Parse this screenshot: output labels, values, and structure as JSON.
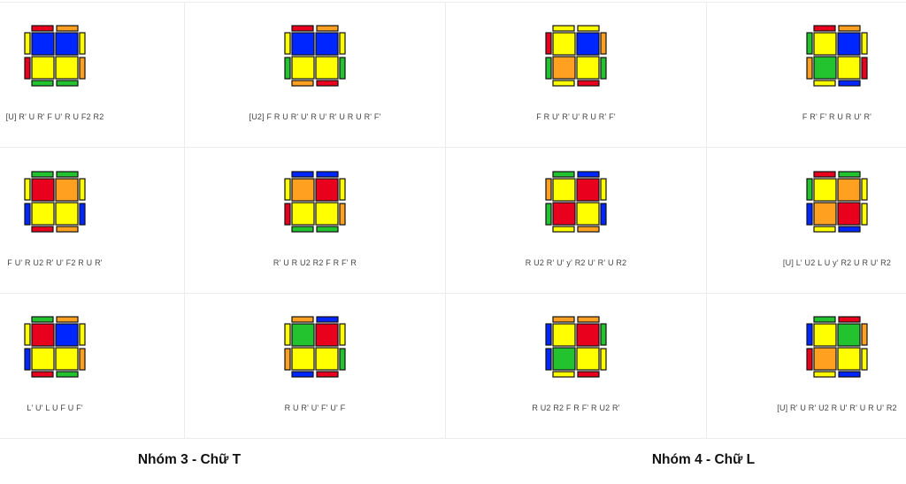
{
  "colors": {
    "Y": "#ffff00",
    "R": "#e8001c",
    "B": "#0026ff",
    "G": "#22c32e",
    "O": "#ffa020",
    "X": "#d8d8d8"
  },
  "groups": [
    {
      "title": "Nhóm 3 - Chữ T"
    },
    {
      "title": "Nhóm 4 - Chữ L"
    }
  ],
  "cases": [
    {
      "alg": "[U] R' U R' F U' R U F2 R2",
      "icon": "oll-case-icon",
      "top": [
        "B",
        "B",
        "Y",
        "Y"
      ],
      "side_top": [
        "R",
        "O"
      ],
      "side_bottom": [
        "G",
        "G"
      ],
      "side_left": [
        "Y",
        "R"
      ],
      "side_right": [
        "Y",
        "O"
      ]
    },
    {
      "alg": "[U2] F R U R' U' R U' R' U R U R' F'",
      "icon": "oll-case-icon",
      "top": [
        "B",
        "B",
        "Y",
        "Y"
      ],
      "side_top": [
        "R",
        "O"
      ],
      "side_bottom": [
        "O",
        "R"
      ],
      "side_left": [
        "Y",
        "G"
      ],
      "side_right": [
        "Y",
        "G"
      ]
    },
    {
      "alg": "F R U' R' U' R U R' F'",
      "icon": "oll-case-icon",
      "top": [
        "Y",
        "B",
        "O",
        "Y"
      ],
      "side_top": [
        "Y",
        "Y"
      ],
      "side_bottom": [
        "Y",
        "R"
      ],
      "side_left": [
        "R",
        "G"
      ],
      "side_right": [
        "O",
        "G"
      ]
    },
    {
      "alg": "F R' F' R U R U' R'",
      "icon": "oll-case-icon",
      "top": [
        "Y",
        "B",
        "G",
        "Y"
      ],
      "side_top": [
        "R",
        "O"
      ],
      "side_bottom": [
        "Y",
        "B"
      ],
      "side_left": [
        "G",
        "O"
      ],
      "side_right": [
        "Y",
        "R"
      ]
    },
    {
      "alg": "F U' R U2 R' U' F2 R U R'",
      "icon": "oll-case-icon",
      "top": [
        "R",
        "O",
        "Y",
        "Y"
      ],
      "side_top": [
        "G",
        "G"
      ],
      "side_bottom": [
        "R",
        "O"
      ],
      "side_left": [
        "Y",
        "B"
      ],
      "side_right": [
        "Y",
        "B"
      ]
    },
    {
      "alg": "R' U R U2 R2 F R F' R",
      "icon": "oll-case-icon",
      "top": [
        "O",
        "R",
        "Y",
        "Y"
      ],
      "side_top": [
        "B",
        "B"
      ],
      "side_bottom": [
        "G",
        "G"
      ],
      "side_left": [
        "Y",
        "R"
      ],
      "side_right": [
        "Y",
        "O"
      ]
    },
    {
      "alg": "R U2 R' U' y' R2 U' R' U R2",
      "icon": "oll-case-icon",
      "top": [
        "Y",
        "R",
        "R",
        "Y"
      ],
      "side_top": [
        "G",
        "B"
      ],
      "side_bottom": [
        "Y",
        "O"
      ],
      "side_left": [
        "O",
        "G"
      ],
      "side_right": [
        "Y",
        "B"
      ]
    },
    {
      "alg": "[U] L' U2 L U y' R2 U R U' R2",
      "icon": "oll-case-icon",
      "top": [
        "Y",
        "O",
        "O",
        "R"
      ],
      "side_top": [
        "R",
        "G"
      ],
      "side_bottom": [
        "Y",
        "B"
      ],
      "side_left": [
        "G",
        "B"
      ],
      "side_right": [
        "Y",
        "Y"
      ]
    },
    {
      "alg": "L' U' L U F U F'",
      "icon": "oll-case-icon",
      "top": [
        "R",
        "B",
        "Y",
        "Y"
      ],
      "side_top": [
        "G",
        "O"
      ],
      "side_bottom": [
        "R",
        "G"
      ],
      "side_left": [
        "Y",
        "B"
      ],
      "side_right": [
        "Y",
        "O"
      ]
    },
    {
      "alg": "R U R' U' F' U' F",
      "icon": "oll-case-icon",
      "top": [
        "G",
        "R",
        "Y",
        "Y"
      ],
      "side_top": [
        "O",
        "B"
      ],
      "side_bottom": [
        "B",
        "R"
      ],
      "side_left": [
        "Y",
        "O"
      ],
      "side_right": [
        "Y",
        "G"
      ]
    },
    {
      "alg": "R U2 R2 F R F' R U2 R'",
      "icon": "oll-case-icon",
      "top": [
        "Y",
        "R",
        "G",
        "Y"
      ],
      "side_top": [
        "O",
        "O"
      ],
      "side_bottom": [
        "Y",
        "R"
      ],
      "side_left": [
        "B",
        "B"
      ],
      "side_right": [
        "G",
        "Y"
      ]
    },
    {
      "alg": "[U] R' U R' U2 R U' R' U R U' R2",
      "icon": "oll-case-icon",
      "top": [
        "Y",
        "G",
        "O",
        "Y"
      ],
      "side_top": [
        "G",
        "R"
      ],
      "side_bottom": [
        "Y",
        "B"
      ],
      "side_left": [
        "B",
        "R"
      ],
      "side_right": [
        "O",
        "Y"
      ]
    }
  ]
}
